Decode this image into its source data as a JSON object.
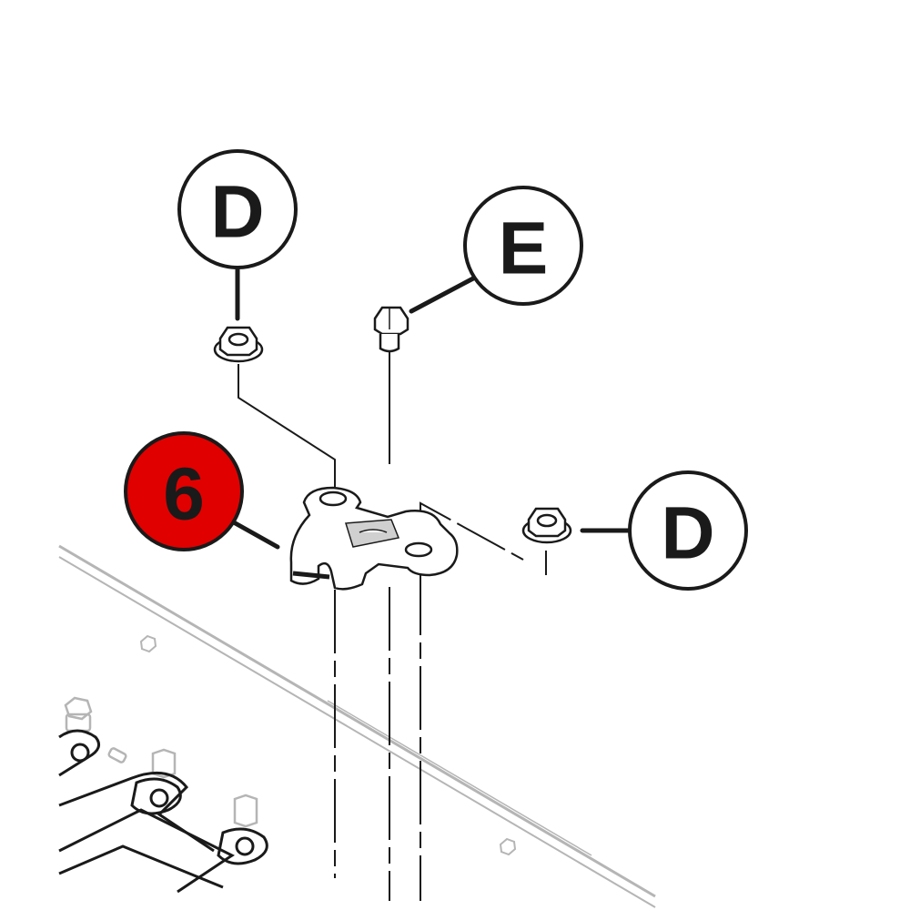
{
  "callouts": {
    "d_top": {
      "label": "D"
    },
    "e_bolt": {
      "label": "E"
    },
    "d_right": {
      "label": "D"
    },
    "part_6": {
      "label": "6",
      "highlight_color": "#e00000"
    }
  },
  "colors": {
    "line": "#1a1a1a",
    "background_part": "#b8b8b8",
    "highlight": "#e00000"
  }
}
